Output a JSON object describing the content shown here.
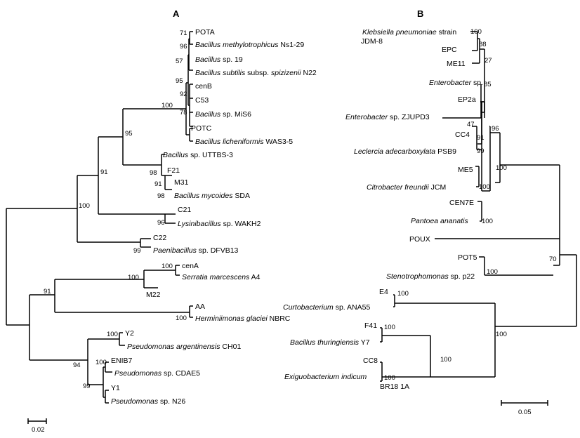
{
  "panels": {
    "a": {
      "title": "A",
      "scale_bar": "0.02",
      "taxa": [
        {
          "plain_pre": "",
          "italic": "",
          "plain": "POTA"
        },
        {
          "plain_pre": "",
          "italic": "Bacillus methylotrophicus",
          "plain": " Ns1-29"
        },
        {
          "plain_pre": "",
          "italic": "Bacillus",
          "plain": " sp. 19"
        },
        {
          "plain_pre": "",
          "italic": "Bacillus subtilis",
          "plain": " subsp. ",
          "italic2": "spizizenii",
          "plain2": " N22"
        },
        {
          "plain_pre": "",
          "italic": "",
          "plain": "cenB"
        },
        {
          "plain_pre": "",
          "italic": "",
          "plain": "C53"
        },
        {
          "plain_pre": "",
          "italic": "Bacillus",
          "plain": " sp. MiS6"
        },
        {
          "plain_pre": "",
          "italic": "",
          "plain": "POTC"
        },
        {
          "plain_pre": "",
          "italic": "Bacillus licheniformis",
          "plain": " WAS3-5"
        },
        {
          "plain_pre": "",
          "italic": "Bacillus",
          "plain": " sp. UTTBS-3"
        },
        {
          "plain_pre": "",
          "italic": "",
          "plain": "F21"
        },
        {
          "plain_pre": "",
          "italic": "",
          "plain": "M31"
        },
        {
          "plain_pre": "",
          "italic": "Bacillus mycoides",
          "plain": " SDA"
        },
        {
          "plain_pre": "",
          "italic": "",
          "plain": "C21"
        },
        {
          "plain_pre": "",
          "italic": "Lysinibacillus",
          "plain": " sp. WAKH2"
        },
        {
          "plain_pre": "",
          "italic": "",
          "plain": "C22"
        },
        {
          "plain_pre": "",
          "italic": "Paenibacillus",
          "plain": " sp. DFVB13"
        },
        {
          "plain_pre": "",
          "italic": "",
          "plain": "cenA"
        },
        {
          "plain_pre": "",
          "italic": "Serratia marcescens",
          "plain": " A4"
        },
        {
          "plain_pre": "",
          "italic": "",
          "plain": "M22"
        },
        {
          "plain_pre": "",
          "italic": "",
          "plain": "AA"
        },
        {
          "plain_pre": "",
          "italic": "Herminiimonas glaciei",
          "plain": " NBRC"
        },
        {
          "plain_pre": "",
          "italic": "",
          "plain": "Y2"
        },
        {
          "plain_pre": "",
          "italic": "Pseudomonas argentinensis",
          "plain": " CH01"
        },
        {
          "plain_pre": "",
          "italic": "",
          "plain": "ENIB7"
        },
        {
          "plain_pre": "",
          "italic": "Pseudomonas",
          "plain": " sp. CDAE5"
        },
        {
          "plain_pre": "",
          "italic": "",
          "plain": "Y1"
        },
        {
          "plain_pre": "",
          "italic": "Pseudomonas",
          "plain": " sp. N26"
        }
      ],
      "bootstrap": [
        "71",
        "96",
        "57",
        "95",
        "92",
        "78",
        "100",
        "95",
        "91",
        "98",
        "91",
        "98",
        "100",
        "96",
        "99",
        "100",
        "100",
        "91",
        "100",
        "100",
        "100",
        "94",
        "99"
      ]
    },
    "b": {
      "title": "B",
      "scale_bar": "0.05",
      "taxa": [
        {
          "italic": "Klebsiella pneumoniae",
          "plain": " strain"
        },
        {
          "italic": "",
          "plain": "JDM-8"
        },
        {
          "italic": "",
          "plain": "EPC"
        },
        {
          "italic": "",
          "plain": "ME11"
        },
        {
          "italic": "Enterobacter",
          "plain": " sp."
        },
        {
          "italic": "",
          "plain": "EP2a"
        },
        {
          "italic": "Enterobacter",
          "plain": " sp. ZJUPD3"
        },
        {
          "italic": "",
          "plain": "CC4"
        },
        {
          "italic": "Leclercia adecarboxylata",
          "plain": " PSB9"
        },
        {
          "italic": "",
          "plain": "ME5"
        },
        {
          "italic": "Citrobacter freundii",
          "plain": " JCM"
        },
        {
          "italic": "",
          "plain": "CEN7E"
        },
        {
          "italic": "Pantoea ananatis",
          "plain": ""
        },
        {
          "italic": "",
          "plain": "POUX"
        },
        {
          "italic": "",
          "plain": "POT5"
        },
        {
          "italic": "Stenotrophomonas",
          "plain": " sp. p22"
        },
        {
          "italic": "",
          "plain": "E4"
        },
        {
          "italic": "Curtobacterium",
          "plain": " sp. ANA55"
        },
        {
          "italic": "",
          "plain": "F41"
        },
        {
          "italic": "Bacillus thuringiensis",
          "plain": " Y7"
        },
        {
          "italic": "",
          "plain": "CC8"
        },
        {
          "italic": "Exiguobacterium indicum",
          "plain": ""
        },
        {
          "italic": "",
          "plain": "BR18 1A"
        }
      ],
      "bootstrap": [
        "100",
        "88",
        "27",
        "85",
        "47",
        "91",
        "99",
        "96",
        "100",
        "100",
        "100",
        "70",
        "100",
        "100",
        "100",
        "100",
        "100",
        "100"
      ]
    }
  }
}
